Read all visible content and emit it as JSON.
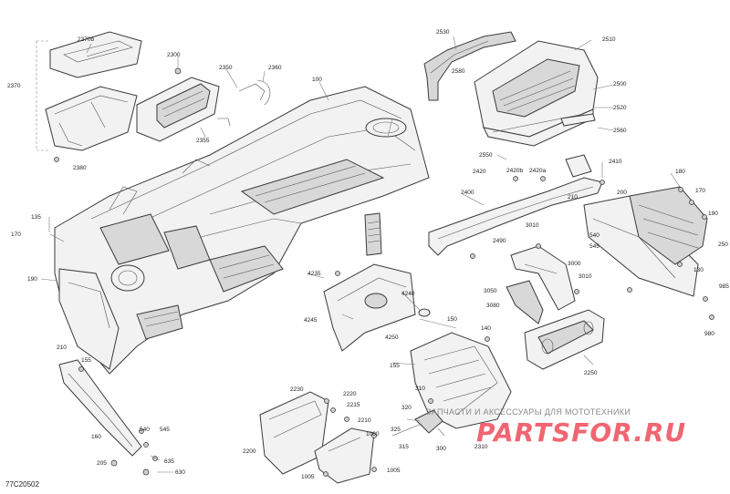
{
  "diagram": {
    "reference_code": "77C20502",
    "watermark": {
      "tagline": "ЗАПЧАСТИ И АКСЕССУАРЫ ДЛЯ МОТОТЕХНИКИ",
      "logo": "PARTSFOR.RU"
    },
    "callouts": [
      {
        "id": "c2370b",
        "label": "2370b"
      },
      {
        "id": "c2370",
        "label": "2370"
      },
      {
        "id": "c2380",
        "label": "2380"
      },
      {
        "id": "c2300",
        "label": "2300"
      },
      {
        "id": "c2350",
        "label": "2350"
      },
      {
        "id": "c2360",
        "label": "2360"
      },
      {
        "id": "c2355",
        "label": "2355"
      },
      {
        "id": "c100a",
        "label": "100"
      },
      {
        "id": "c2530",
        "label": "2530"
      },
      {
        "id": "c2510",
        "label": "2510"
      },
      {
        "id": "c2580",
        "label": "2580"
      },
      {
        "id": "c2500",
        "label": "2500"
      },
      {
        "id": "c2520",
        "label": "2520"
      },
      {
        "id": "c2560",
        "label": "2560"
      },
      {
        "id": "c2550",
        "label": "2550"
      },
      {
        "id": "c2420",
        "label": "2420"
      },
      {
        "id": "c2420b",
        "label": "2420b"
      },
      {
        "id": "c2420a",
        "label": "2420a"
      },
      {
        "id": "c2410",
        "label": "2410"
      },
      {
        "id": "c2400",
        "label": "2400"
      },
      {
        "id": "c210a",
        "label": "210"
      },
      {
        "id": "c200",
        "label": "200"
      },
      {
        "id": "c180",
        "label": "180"
      },
      {
        "id": "c170a",
        "label": "170"
      },
      {
        "id": "c190a",
        "label": "190"
      },
      {
        "id": "c250",
        "label": "250"
      },
      {
        "id": "c130",
        "label": "130"
      },
      {
        "id": "c985",
        "label": "985"
      },
      {
        "id": "c980",
        "label": "980"
      },
      {
        "id": "c540a",
        "label": "540"
      },
      {
        "id": "c545a",
        "label": "545"
      },
      {
        "id": "c3010a",
        "label": "3010"
      },
      {
        "id": "c2490",
        "label": "2490"
      },
      {
        "id": "c3000",
        "label": "3000"
      },
      {
        "id": "c3050",
        "label": "3050"
      },
      {
        "id": "c3010b",
        "label": "3010"
      },
      {
        "id": "c3080",
        "label": "3080"
      },
      {
        "id": "c135",
        "label": "135"
      },
      {
        "id": "c170b",
        "label": "170"
      },
      {
        "id": "c190b",
        "label": "190"
      },
      {
        "id": "c4235",
        "label": "4235"
      },
      {
        "id": "c4240",
        "label": "4240"
      },
      {
        "id": "c4245",
        "label": "4245"
      },
      {
        "id": "c4250",
        "label": "4250"
      },
      {
        "id": "c150",
        "label": "150"
      },
      {
        "id": "c140",
        "label": "140"
      },
      {
        "id": "c155a",
        "label": "155"
      },
      {
        "id": "c2250",
        "label": "2250"
      },
      {
        "id": "c210b",
        "label": "210"
      },
      {
        "id": "c155b",
        "label": "155"
      },
      {
        "id": "c160",
        "label": "160"
      },
      {
        "id": "c540b",
        "label": "540"
      },
      {
        "id": "c545b",
        "label": "545"
      },
      {
        "id": "c205",
        "label": "205"
      },
      {
        "id": "c635",
        "label": "635"
      },
      {
        "id": "c630",
        "label": "630"
      },
      {
        "id": "c2230",
        "label": "2230"
      },
      {
        "id": "c2220",
        "label": "2220"
      },
      {
        "id": "c2215",
        "label": "2215"
      },
      {
        "id": "c2210",
        "label": "2210"
      },
      {
        "id": "c2200",
        "label": "2200"
      },
      {
        "id": "c1000",
        "label": "1000"
      },
      {
        "id": "c1005a",
        "label": "1005"
      },
      {
        "id": "c1005b",
        "label": "1005"
      },
      {
        "id": "c310",
        "label": "310"
      },
      {
        "id": "c320",
        "label": "320"
      },
      {
        "id": "c325",
        "label": "325"
      },
      {
        "id": "c315",
        "label": "315"
      },
      {
        "id": "c300",
        "label": "300"
      },
      {
        "id": "c2310",
        "label": "2310"
      }
    ]
  }
}
